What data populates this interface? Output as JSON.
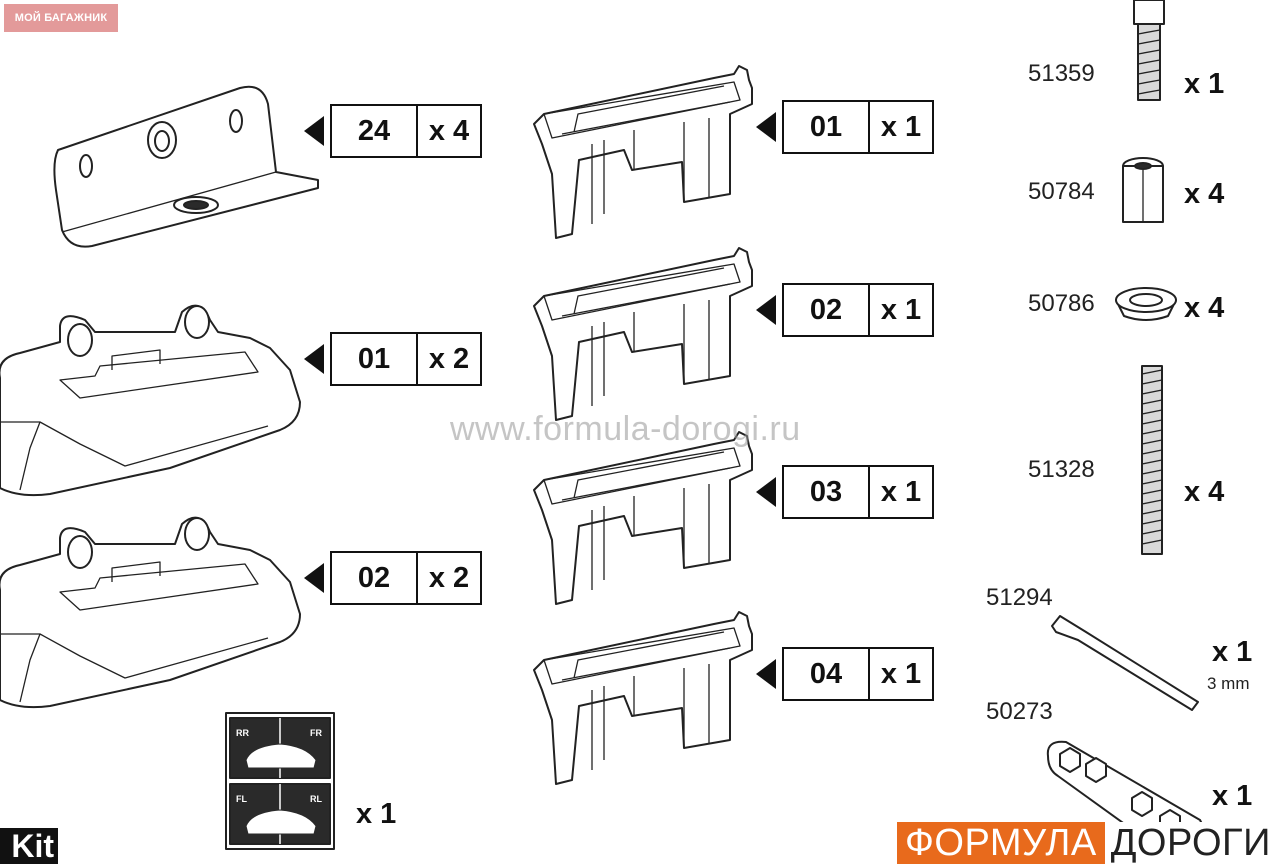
{
  "badge": "МОЙ БАГАЖНИК",
  "watermark": "www.formula-dorogi.ru",
  "logo": {
    "part1": "ФОРМУЛА",
    "part2": "ДОРОГИ"
  },
  "kit_label": "Kit",
  "tags": [
    {
      "code": "24",
      "qty": "x 4"
    },
    {
      "code": "01",
      "qty": "x 2"
    },
    {
      "code": "02",
      "qty": "x 2"
    },
    {
      "code": "01",
      "qty": "x 1"
    },
    {
      "code": "02",
      "qty": "x 1"
    },
    {
      "code": "03",
      "qty": "x 1"
    },
    {
      "code": "04",
      "qty": "x 1"
    }
  ],
  "sticker_sheet": {
    "labels": [
      "RR",
      "FR",
      "FL",
      "RL"
    ],
    "qty": "x 1"
  },
  "parts": [
    {
      "number": "51359",
      "qty": "x 1"
    },
    {
      "number": "50784",
      "qty": "x 4"
    },
    {
      "number": "50786",
      "qty": "x 4"
    },
    {
      "number": "51328",
      "qty": "x 4"
    },
    {
      "number": "51294",
      "qty": "x 1",
      "note": "3 mm"
    },
    {
      "number": "50273",
      "qty": "x 1"
    }
  ]
}
